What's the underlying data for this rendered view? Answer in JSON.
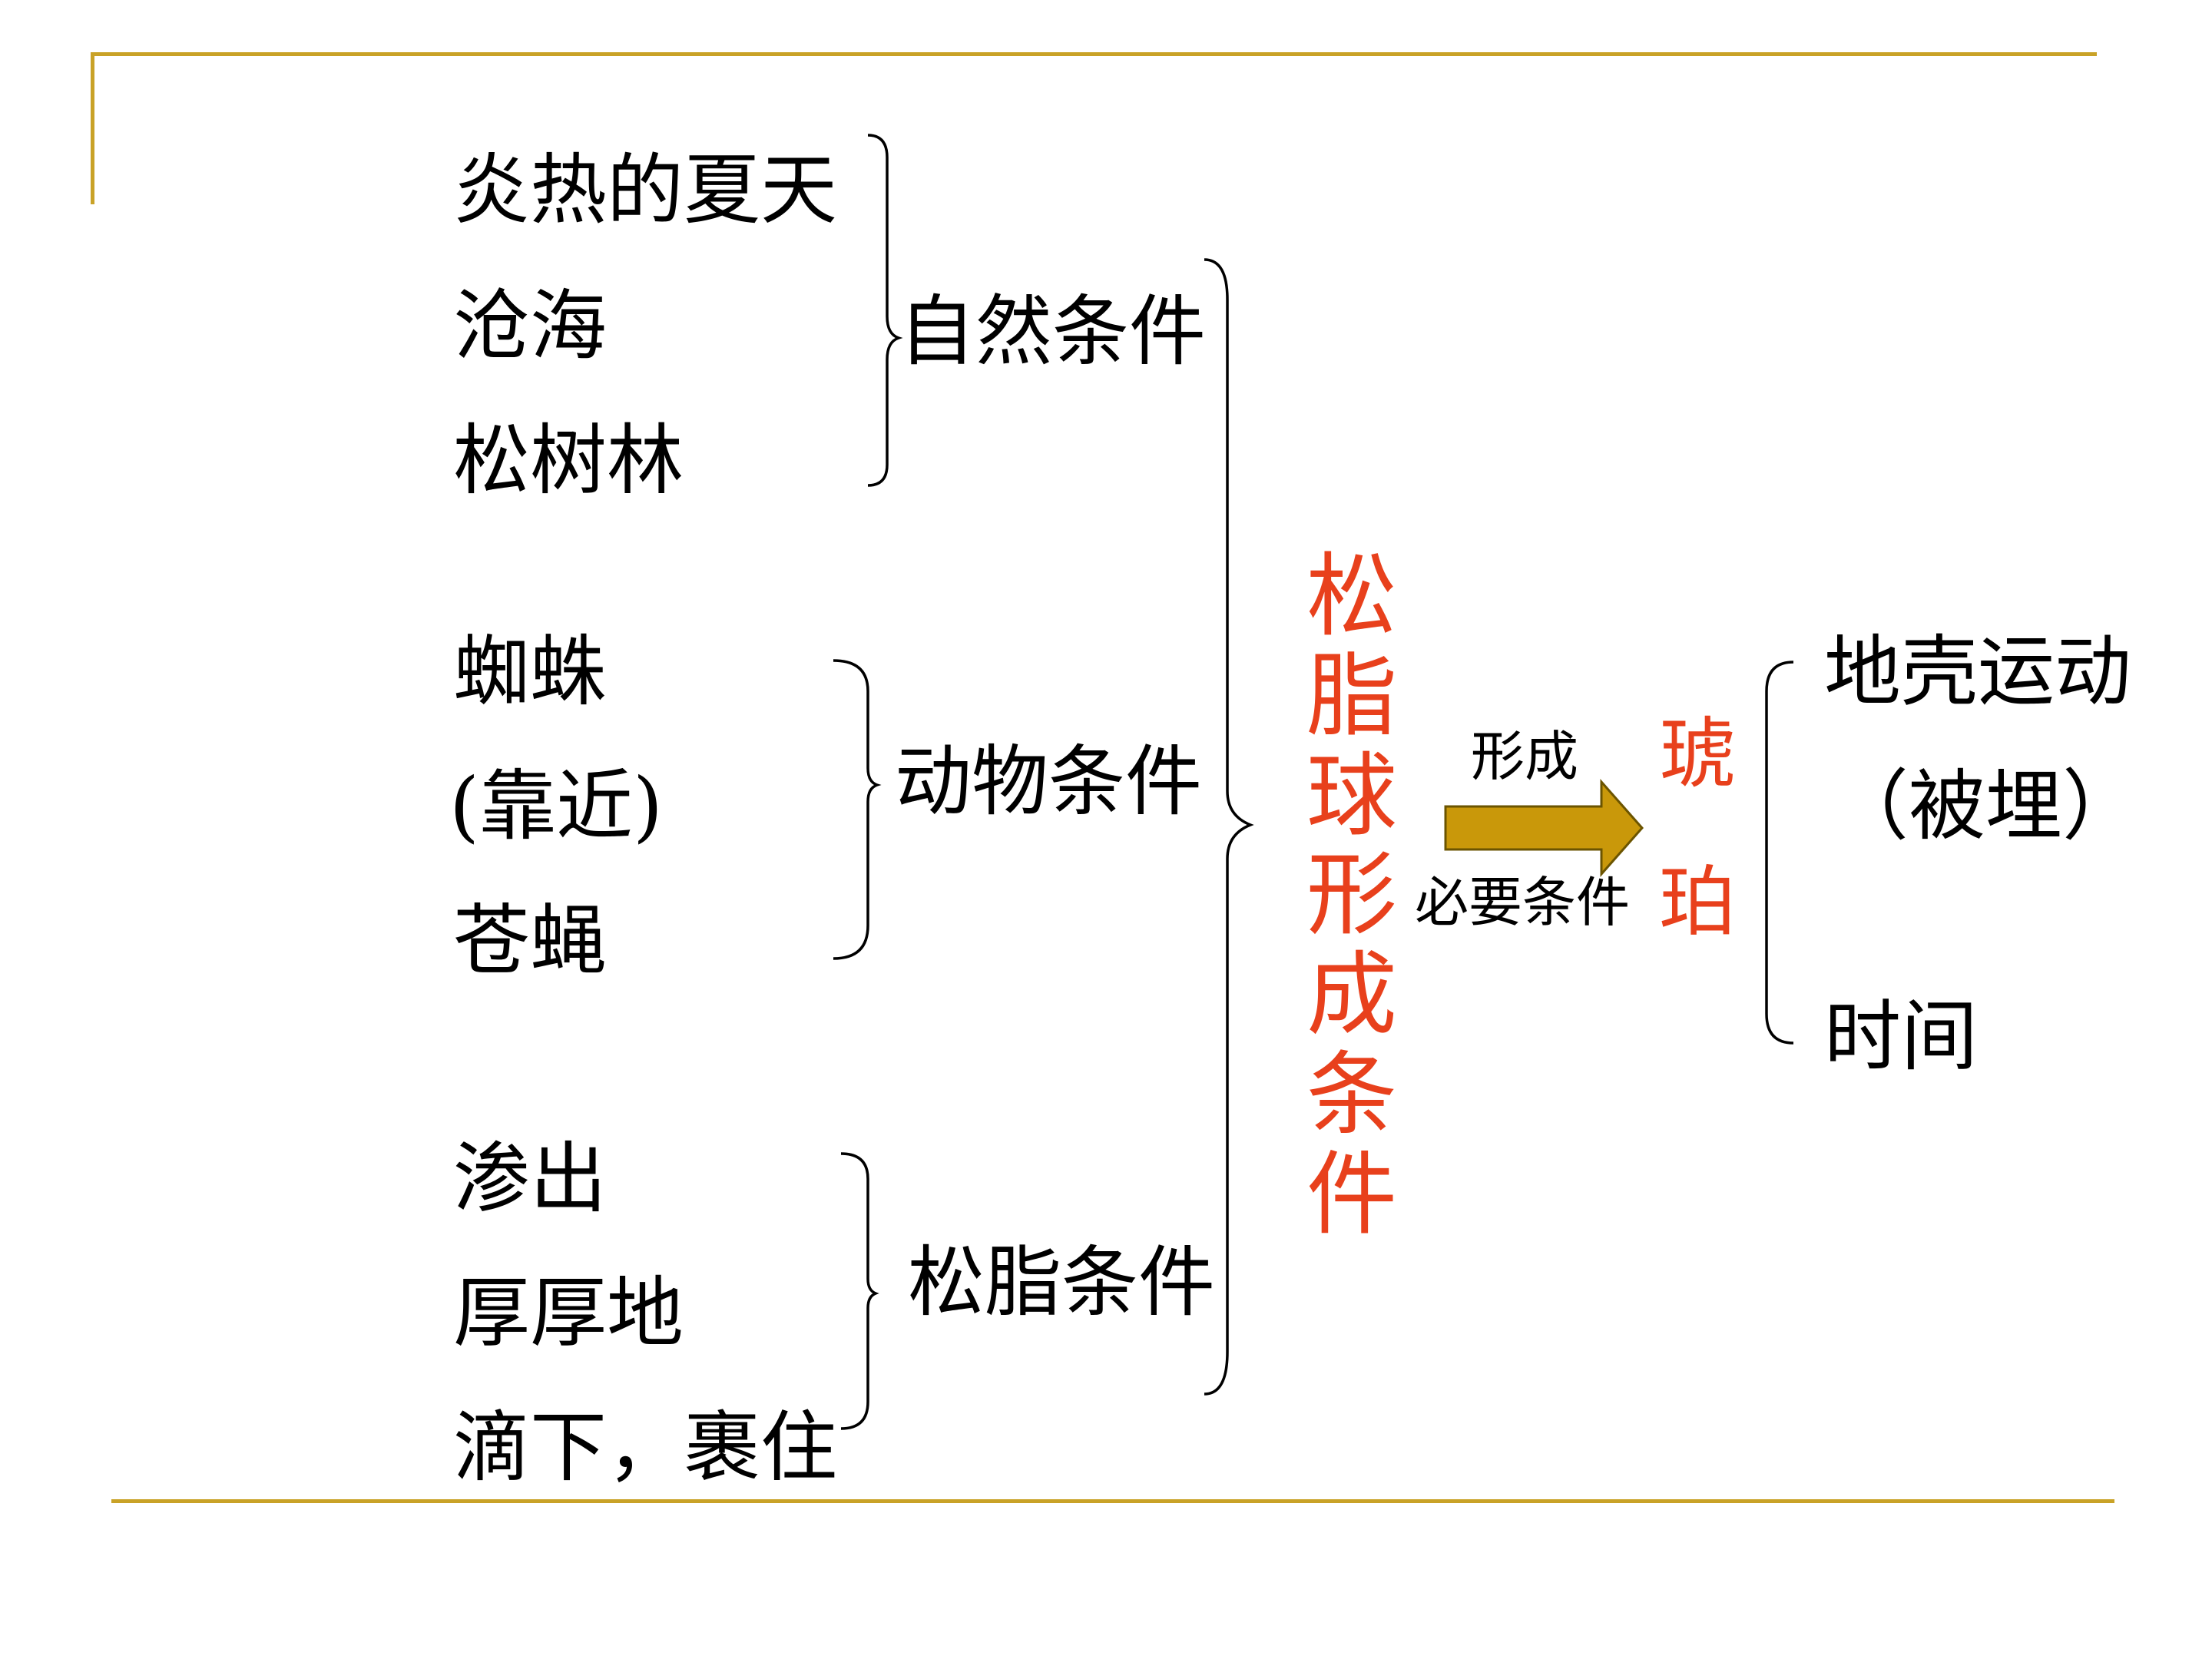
{
  "colors": {
    "frame": "#c9a227",
    "accent": "#e8401c",
    "arrow": "#c9980a"
  },
  "groups": [
    {
      "items": [
        "炎热的夏天",
        "沧海",
        "松树林"
      ],
      "label": "自然条件"
    },
    {
      "items": [
        "蜘蛛",
        "(靠近)",
        "苍蝇"
      ],
      "label": "动物条件"
    },
    {
      "items": [
        "渗出",
        "厚厚地",
        "滴下，裹住"
      ],
      "label": "松脂条件"
    }
  ],
  "central_title": "松脂球形成条件",
  "arrow": {
    "top_label": "形成",
    "bottom_label": "必要条件"
  },
  "result": {
    "char1": "琥",
    "char2": "珀"
  },
  "right_items": {
    "item1": "地壳运动",
    "item2": "（被埋）",
    "item3": "时间"
  }
}
